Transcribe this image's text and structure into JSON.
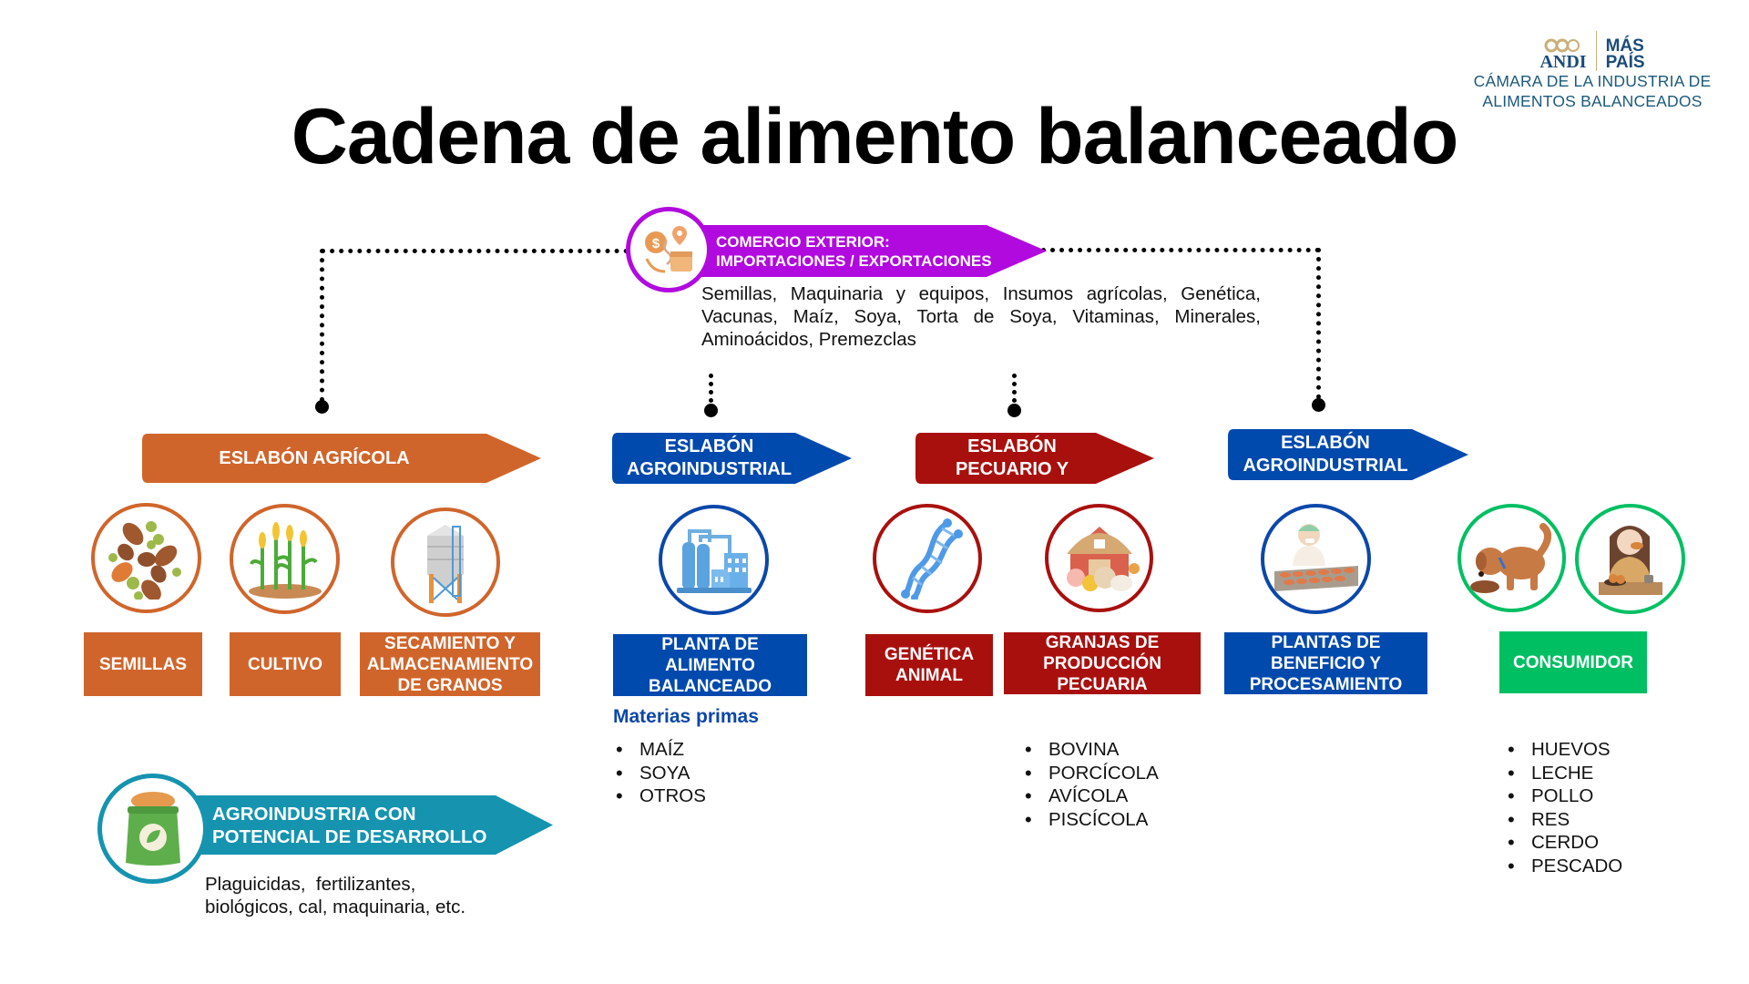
{
  "title": "Cadena de alimento balanceado",
  "logo": {
    "andi": "ANDI",
    "mas_pais_line1": "MÁS",
    "mas_pais_line2": "PAÍS",
    "subtitle_line1": "CÁMARA DE LA INDUSTRIA DE",
    "subtitle_line2": "ALIMENTOS BALANCEADOS",
    "colors": {
      "navy": "#1a4c7a",
      "gold": "#c9b07a",
      "teal_text": "#1b5a7c"
    }
  },
  "comercio_exterior": {
    "icon": "trade-box-coin-icon",
    "label_line1": "COMERCIO EXTERIOR:",
    "label_line2": "IMPORTACIONES / EXPORTACIONES",
    "description": "Semillas, Maquinaria y equipos, Insumos agrícolas, Genética, Vacunas, Maíz, Soya, Torta de Soya, Vitaminas, Minerales, Aminoácidos, Premezclas",
    "color": "#B10ADE"
  },
  "links": [
    {
      "id": "agricola",
      "label": "ESLABÓN AGRÍCOLA",
      "color": "#D0652B",
      "stages": [
        {
          "icon": "seeds-icon",
          "label": "SEMILLAS"
        },
        {
          "icon": "corn-crop-icon",
          "label": "CULTIVO"
        },
        {
          "icon": "grain-silo-icon",
          "label": "SECAMIENTO Y ALMACENAMIENTO DE GRANOS"
        }
      ]
    },
    {
      "id": "agroindustrial-1",
      "label_line1": "ESLABÓN",
      "label_line2": "AGROINDUSTRIAL",
      "color": "#0049AD",
      "stages": [
        {
          "icon": "factory-icon",
          "label": "PLANTA DE ALIMENTO BALANCEADO"
        }
      ],
      "subheading": "Materias primas",
      "items": [
        "MAÍZ",
        "SOYA",
        "OTROS"
      ]
    },
    {
      "id": "pecuario",
      "label_line1": "ESLABÓN",
      "label_line2": "PECUARIO Y",
      "color": "#A8100E",
      "stages": [
        {
          "icon": "dna-icon",
          "label": "GENÉTICA ANIMAL"
        },
        {
          "icon": "barn-farm-animals-icon",
          "label": "GRANJAS DE PRODUCCIÓN PECUARIA"
        }
      ],
      "items": [
        "BOVINA",
        "PORCÍCOLA",
        "AVÍCOLA",
        "PISCÍCOLA"
      ]
    },
    {
      "id": "agroindustrial-2",
      "label_line1": "ESLABÓN",
      "label_line2": "AGROINDUSTRIAL",
      "color": "#0049AD",
      "stages": [
        {
          "icon": "meat-processing-worker-icon",
          "label": "PLANTAS DE BENEFICIO Y PROCESAMIENTO"
        }
      ]
    },
    {
      "id": "consumidor",
      "color": "#00BF63",
      "stages": [
        {
          "icon": "dog-eating-icon",
          "label": ""
        },
        {
          "icon": "person-eating-icon",
          "label": "CONSUMIDOR"
        }
      ],
      "items": [
        "HUEVOS",
        "LECHE",
        "POLLO",
        "RES",
        "CERDO",
        "PESCADO"
      ]
    }
  ],
  "agroindustria_potencial": {
    "icon": "fertilizer-bag-icon",
    "label_line1": "AGROINDUSTRIA CON",
    "label_line2": "POTENCIAL DE DESARROLLO",
    "description_line1": "Plaguicidas,  fertilizantes,",
    "description_line2": "biológicos, cal, maquinaria, etc.",
    "color": "#1593AF"
  }
}
